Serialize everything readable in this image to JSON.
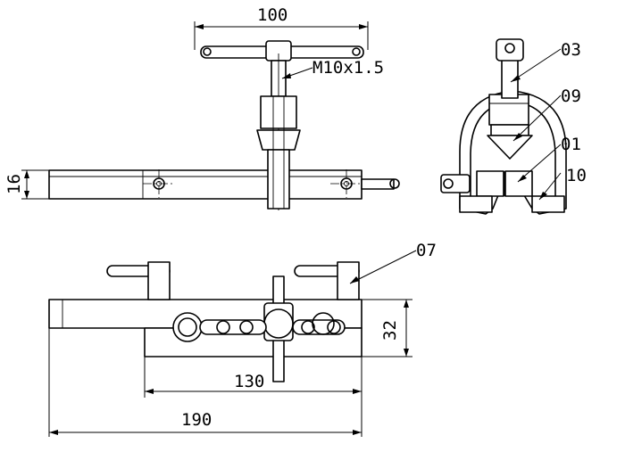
{
  "labels": {
    "dim_top_width": "100",
    "thread_spec": "M10x1.5",
    "dim_height": "16",
    "dim_inner_width": "130",
    "dim_total_width": "190",
    "dim_side_height": "32",
    "part_03": "03",
    "part_09": "09",
    "part_01": "01",
    "part_10": "10",
    "part_07": "07"
  }
}
